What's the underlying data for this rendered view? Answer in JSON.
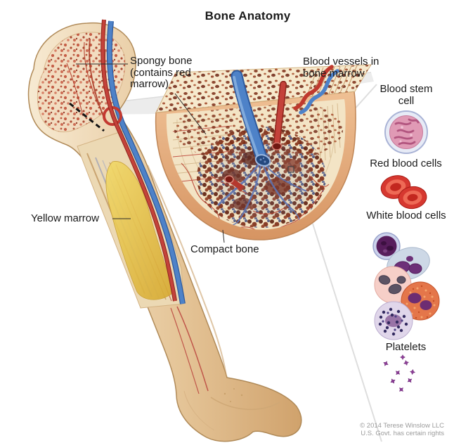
{
  "title": "Bone Anatomy",
  "labels": {
    "spongy_bone": "Spongy bone\n(contains red\nmarrow)",
    "blood_vessels": "Blood vessels in\nbone marrow",
    "yellow_marrow": "Yellow marrow",
    "compact_bone": "Compact bone",
    "blood_stem_cell": "Blood stem\ncell",
    "red_blood_cells": "Red blood cells",
    "white_blood_cells": "White blood cells",
    "platelets": "Platelets"
  },
  "credit": {
    "line1": "© 2014 Terese Winslow LLC",
    "line2": "U.S. Govt. has certain rights"
  },
  "colors": {
    "bone_tan": "#e2c094",
    "compact_bone_rim": "#e0a878",
    "spongy_cream": "#f4e3c6",
    "marrow_red_brown": "#7c2c16",
    "yellow_marrow": "#e8c34e",
    "vein_blue": "#4e82c8",
    "artery_red": "#c0392e",
    "stem_cell_pink": "#e09ab5",
    "rbc_red": "#d63830",
    "wbc_purple": "#6d3078",
    "platelet_purple": "#8e3f98",
    "label_text": "#1a1a1a",
    "credit_gray": "#9b9b9b"
  }
}
